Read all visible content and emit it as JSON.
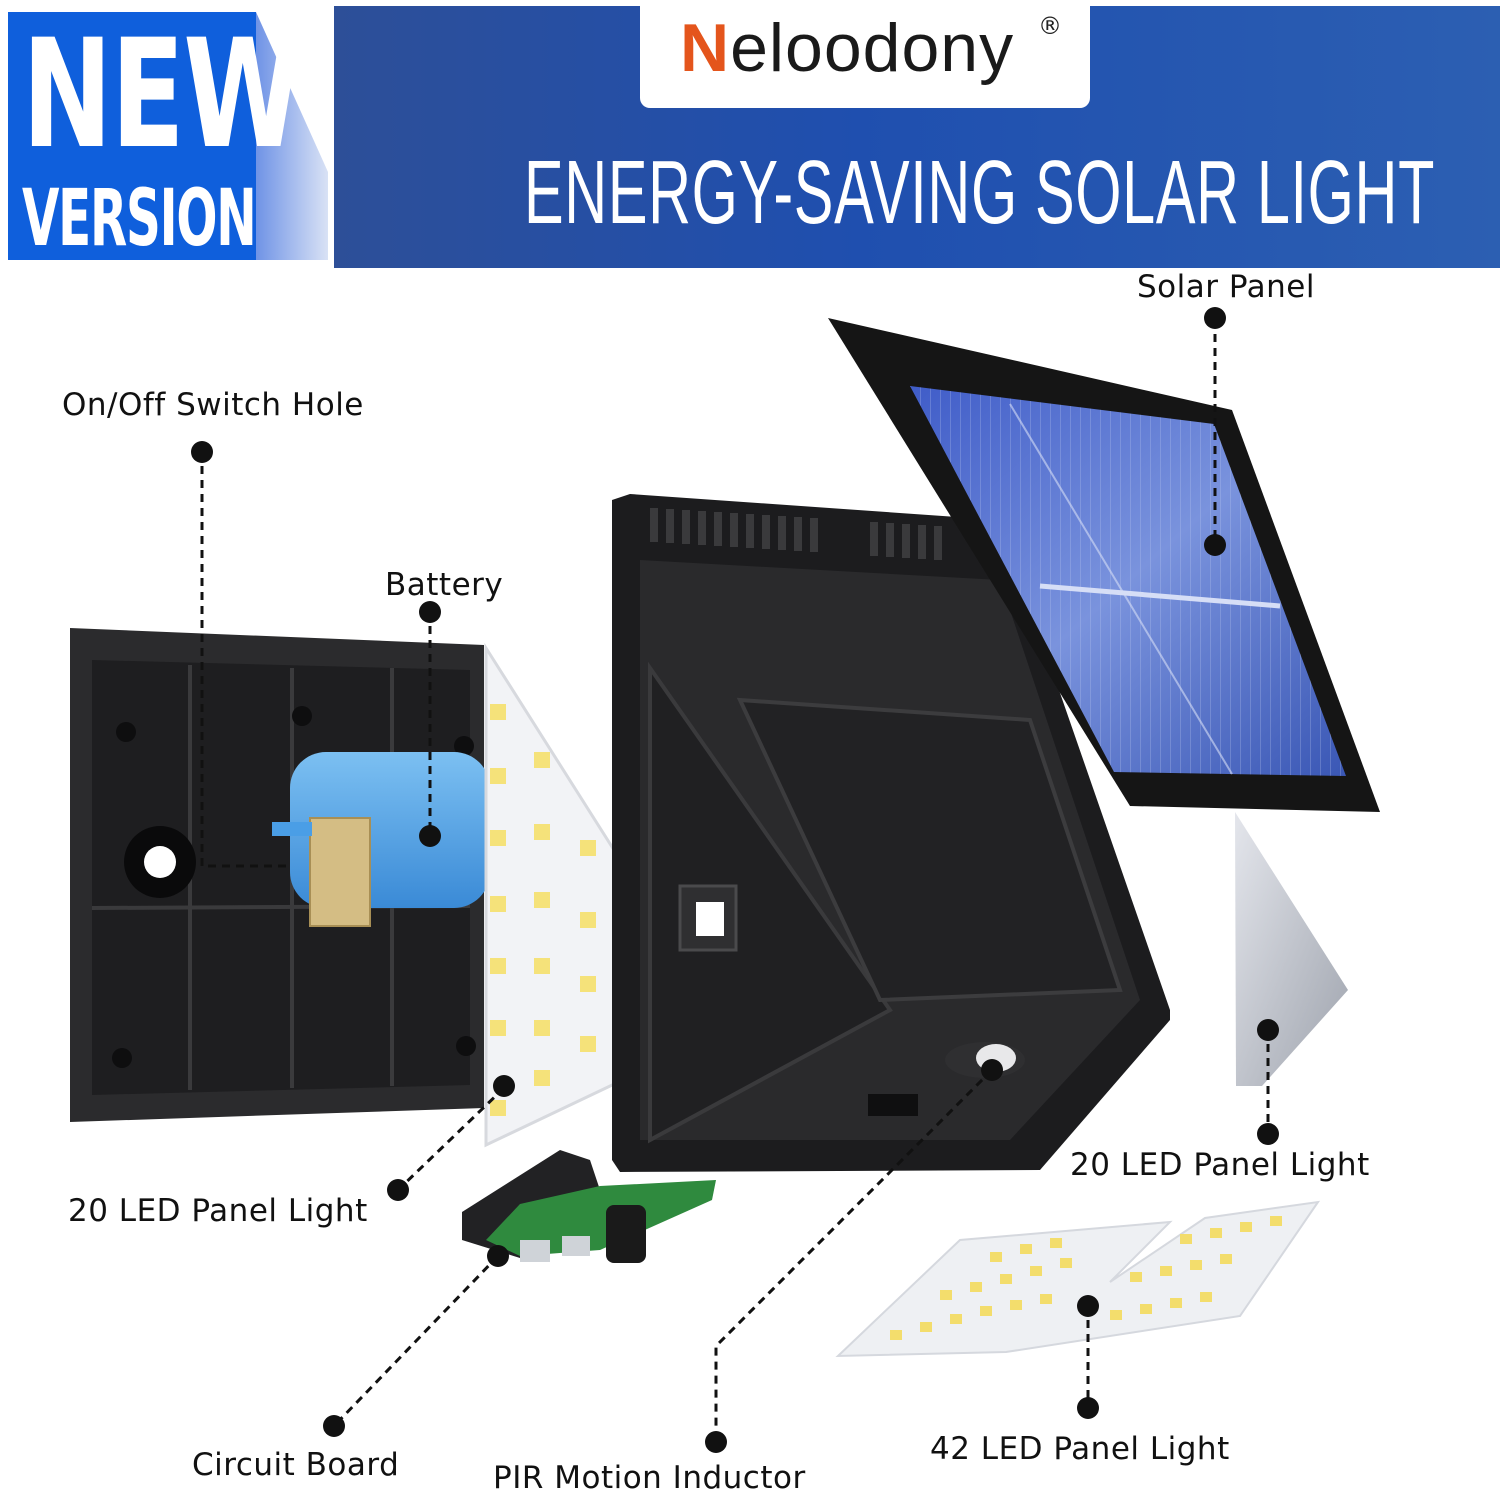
{
  "badge": {
    "line1": "NEW",
    "line2": "VERSION"
  },
  "brand": {
    "name_initial": "N",
    "name_rest": "eloodony",
    "registered": "®"
  },
  "headline": "ENERGY-SAVING SOLAR LIGHT",
  "labels": {
    "solar_panel": "Solar Panel",
    "onoff_switch_hole": "On/Off Switch Hole",
    "battery": "Battery",
    "led_panel_20_left": "20 LED Panel Light",
    "led_panel_20_right": "20 LED Panel Light",
    "circuit_board": "Circuit Board",
    "pir_motion_inductor": "PIR Motion Inductor",
    "led_panel_42": "42 LED Panel Light"
  },
  "colors": {
    "badge_blue": "#0f5fdc",
    "banner_blue": "#2052aa",
    "brand_orange": "#e4551c",
    "battery_blue": "#5aa8e8",
    "solar_blue": "#3f5fb9"
  }
}
